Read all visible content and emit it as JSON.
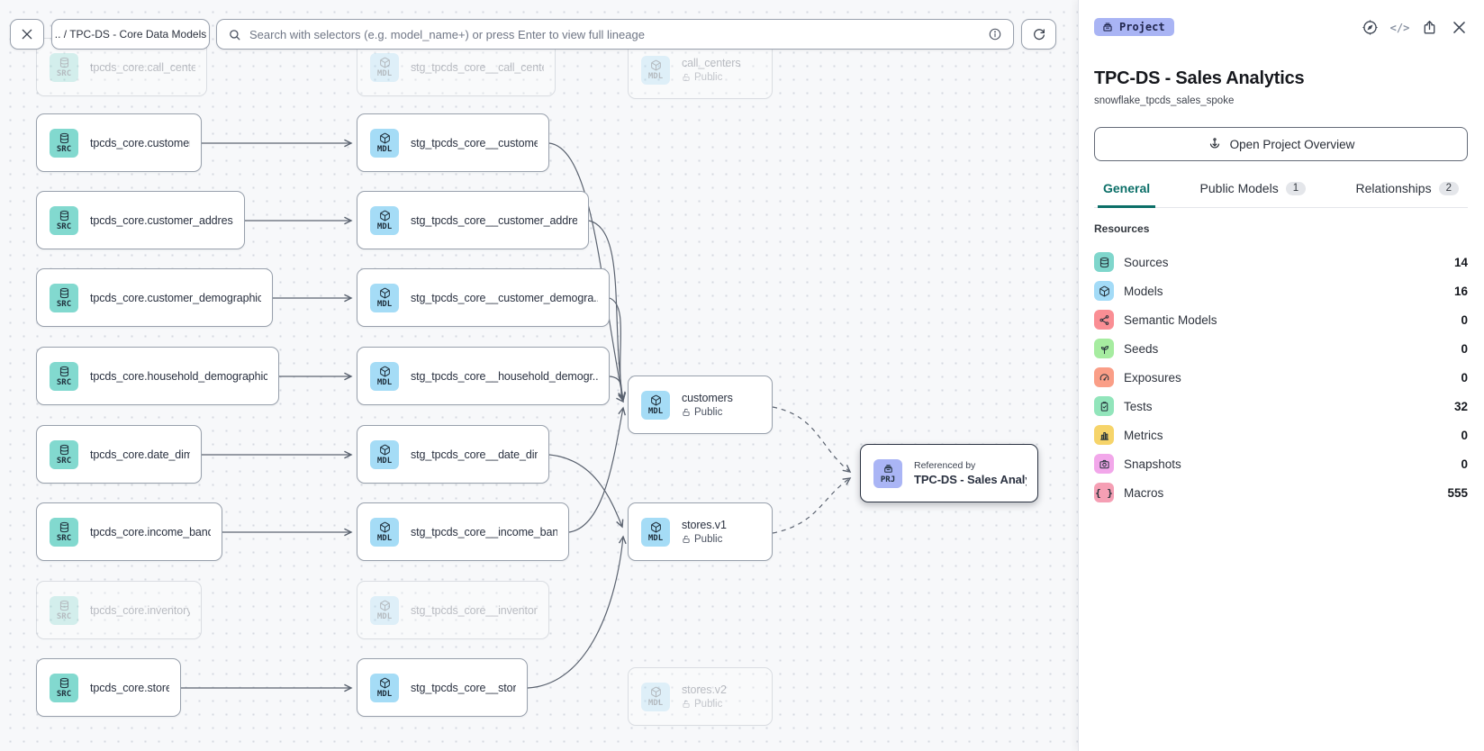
{
  "toolbar": {
    "breadcrumb": ".. / TPC-DS - Core Data Models",
    "search_placeholder": "Search with selectors (e.g. model_name+) or press Enter to view full lineage"
  },
  "graph": {
    "public_label": "Public",
    "nodes": [
      {
        "id": "src_call_center",
        "type": "SRC",
        "label": "tpcds_core.call_center",
        "faded": true
      },
      {
        "id": "mdl_call_center",
        "type": "MDL",
        "label": "stg_tpcds_core__call_center",
        "faded": true
      },
      {
        "id": "pub_call_centers",
        "type": "MDL",
        "label": "call_centers",
        "public": true,
        "faded": true
      },
      {
        "id": "src_customer",
        "type": "SRC",
        "label": "tpcds_core.customer"
      },
      {
        "id": "mdl_customer",
        "type": "MDL",
        "label": "stg_tpcds_core__customer"
      },
      {
        "id": "src_customer_address",
        "type": "SRC",
        "label": "tpcds_core.customer_address"
      },
      {
        "id": "mdl_customer_address",
        "type": "MDL",
        "label": "stg_tpcds_core__customer_address"
      },
      {
        "id": "src_customer_demographics",
        "type": "SRC",
        "label": "tpcds_core.customer_demographics"
      },
      {
        "id": "mdl_customer_demographics",
        "type": "MDL",
        "label": "stg_tpcds_core__customer_demogra..."
      },
      {
        "id": "src_household_demographics",
        "type": "SRC",
        "label": "tpcds_core.household_demographics"
      },
      {
        "id": "mdl_household_demographics",
        "type": "MDL",
        "label": "stg_tpcds_core__household_demogr..."
      },
      {
        "id": "src_date_dim",
        "type": "SRC",
        "label": "tpcds_core.date_dim"
      },
      {
        "id": "mdl_date_dim",
        "type": "MDL",
        "label": "stg_tpcds_core__date_dim"
      },
      {
        "id": "src_income_band",
        "type": "SRC",
        "label": "tpcds_core.income_band"
      },
      {
        "id": "mdl_income_band",
        "type": "MDL",
        "label": "stg_tpcds_core__income_band"
      },
      {
        "id": "src_inventory",
        "type": "SRC",
        "label": "tpcds_core.inventory",
        "faded": true
      },
      {
        "id": "mdl_inventory",
        "type": "MDL",
        "label": "stg_tpcds_core__inventory",
        "faded": true
      },
      {
        "id": "src_store",
        "type": "SRC",
        "label": "tpcds_core.store"
      },
      {
        "id": "mdl_store",
        "type": "MDL",
        "label": "stg_tpcds_core__store"
      },
      {
        "id": "pub_customers",
        "type": "MDL",
        "label": "customers",
        "public": true
      },
      {
        "id": "pub_stores_v1",
        "type": "MDL",
        "label": "stores.v1",
        "public": true
      },
      {
        "id": "pub_stores_v2",
        "type": "MDL",
        "label": "stores.v2",
        "public": true,
        "faded": true
      },
      {
        "id": "prj_sales_analytics",
        "type": "PRJ",
        "label": "TPC-DS - Sales Analytics",
        "kicker": "Referenced by",
        "selected": true
      }
    ]
  },
  "panel": {
    "badge": "Project",
    "title": "TPC-DS - Sales Analytics",
    "subtitle": "snowflake_tpcds_sales_spoke",
    "overview_button": "Open Project Overview",
    "tabs": [
      {
        "label": "General",
        "active": true
      },
      {
        "label": "Public Models",
        "badge": "1"
      },
      {
        "label": "Relationships",
        "badge": "2"
      }
    ],
    "resources": {
      "heading": "Resources",
      "rows": [
        {
          "label": "Sources",
          "value": "14",
          "icon": "database",
          "color": "#7fd6cc"
        },
        {
          "label": "Models",
          "value": "16",
          "icon": "cube",
          "color": "#a3dbf7"
        },
        {
          "label": "Semantic Models",
          "value": "0",
          "icon": "semantic",
          "color": "#fa8e94"
        },
        {
          "label": "Seeds",
          "value": "0",
          "icon": "seed",
          "color": "#a6eca0"
        },
        {
          "label": "Exposures",
          "value": "0",
          "icon": "gauge",
          "color": "#fa9e87"
        },
        {
          "label": "Tests",
          "value": "32",
          "icon": "clipboard-check",
          "color": "#92e5bb"
        },
        {
          "label": "Metrics",
          "value": "0",
          "icon": "bar-chart",
          "color": "#f6d46a"
        },
        {
          "label": "Snapshots",
          "value": "0",
          "icon": "camera",
          "color": "#f2a7ea"
        },
        {
          "label": "Macros",
          "value": "555",
          "icon": "braces",
          "color": "#f59fb4"
        }
      ]
    }
  },
  "colors": {
    "accent_teal": "#0c6f68",
    "src_tile": "#82d9cf",
    "mdl_tile": "#a5dcf6",
    "prj_tile": "#aab5f5",
    "project_badge_bg": "#a9b4f4",
    "edge": "#5b6370"
  }
}
